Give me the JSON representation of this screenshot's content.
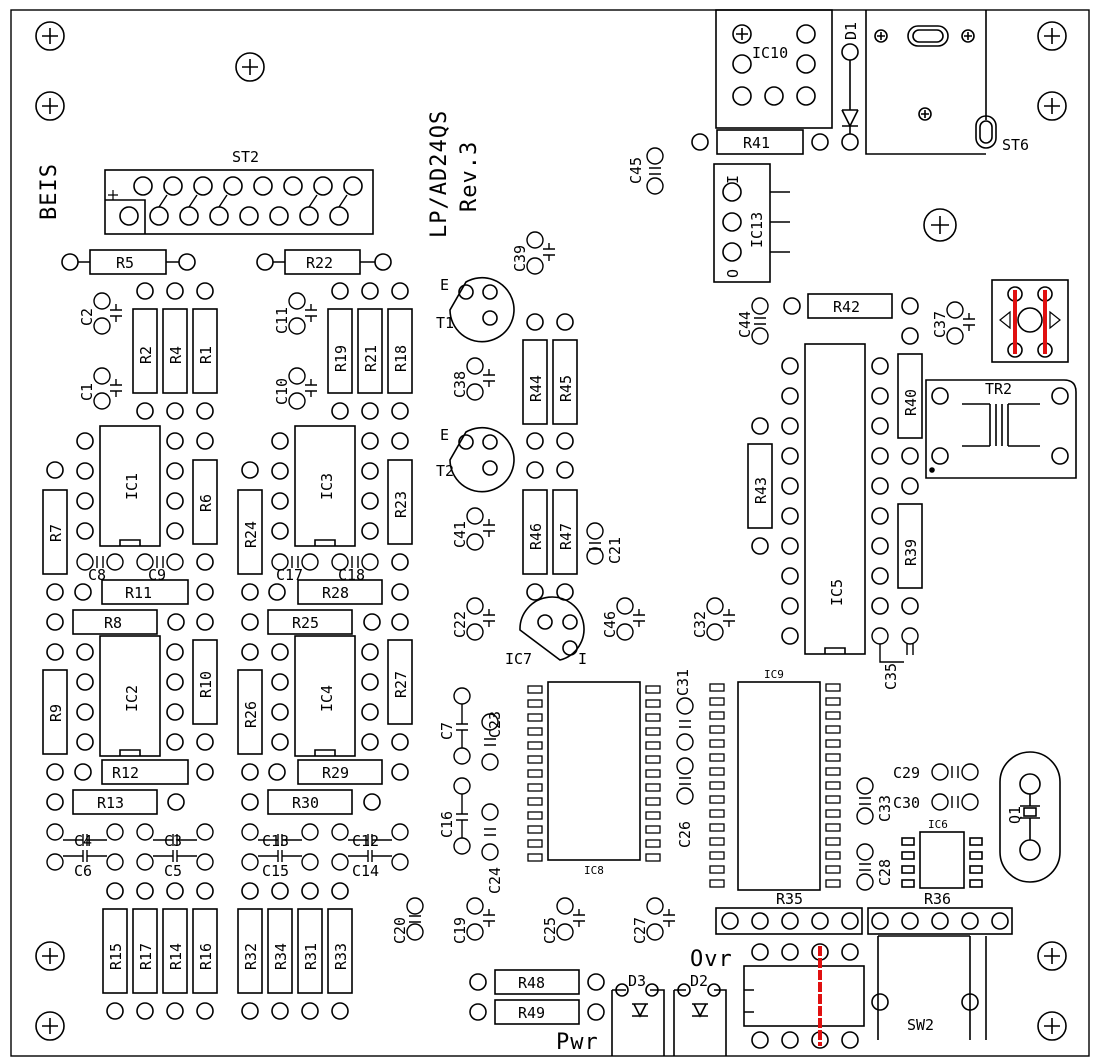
{
  "board": {
    "maker": "BEIS",
    "title": "LP/AD24QS",
    "revision": "Rev.3",
    "pwr_label": "Pwr",
    "ovr_label": "Ovr"
  },
  "colors": {
    "ink": "#000000",
    "jumper": "#e01010",
    "background": "#ffffff"
  },
  "resistors": [
    "R5",
    "R22",
    "R2",
    "R4",
    "R1",
    "R19",
    "R21",
    "R18",
    "R7",
    "R6",
    "R24",
    "R23",
    "R11",
    "R28",
    "R8",
    "R25",
    "R9",
    "R10",
    "R26",
    "R27",
    "R12",
    "R29",
    "R13",
    "R30",
    "R15",
    "R17",
    "R14",
    "R16",
    "R32",
    "R34",
    "R31",
    "R33",
    "R44",
    "R45",
    "R46",
    "R47",
    "R41",
    "R42",
    "R40",
    "R43",
    "R39",
    "R48",
    "R49",
    "R35",
    "R36"
  ],
  "capacitors": [
    "C2",
    "C1",
    "C11",
    "C10",
    "C8",
    "C9",
    "C17",
    "C18",
    "C4",
    "C3",
    "C6",
    "C5",
    "C13",
    "C12",
    "C15",
    "C14",
    "C39",
    "C38",
    "C41",
    "C21",
    "C22",
    "C46",
    "C32",
    "C7",
    "C23",
    "C16",
    "C24",
    "C20",
    "C19",
    "C25",
    "C27",
    "C31",
    "C26",
    "C45",
    "C44",
    "C37",
    "C35",
    "C29",
    "C30",
    "C33",
    "C28"
  ],
  "ics": [
    "IC1",
    "IC2",
    "IC3",
    "IC4",
    "IC5",
    "IC6",
    "IC7",
    "IC8",
    "IC9",
    "IC10",
    "IC13"
  ],
  "transistors": [
    "T1",
    "T2"
  ],
  "diodes": [
    "D1",
    "D2",
    "D3"
  ],
  "connectors": [
    "ST2",
    "ST6"
  ],
  "other": [
    "TR2",
    "Q1",
    "SW2"
  ],
  "pin_marks": {
    "emitter": "E",
    "ic7_pin": "I",
    "ic13_pin_top": "I",
    "ic13_pin_bottom": "O"
  }
}
